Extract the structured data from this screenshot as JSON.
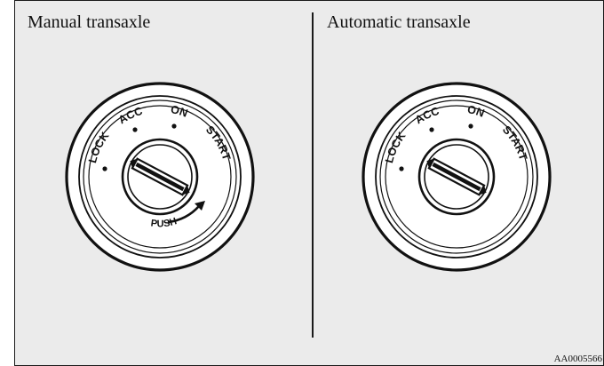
{
  "left_panel": {
    "title": "Manual transaxle",
    "positions": [
      "LOCK",
      "ACC",
      "ON",
      "START"
    ],
    "push_label": "PUSH"
  },
  "right_panel": {
    "title": "Automatic transaxle",
    "positions": [
      "LOCK",
      "ACC",
      "ON",
      "START"
    ]
  },
  "figure_code": "AA0005566"
}
